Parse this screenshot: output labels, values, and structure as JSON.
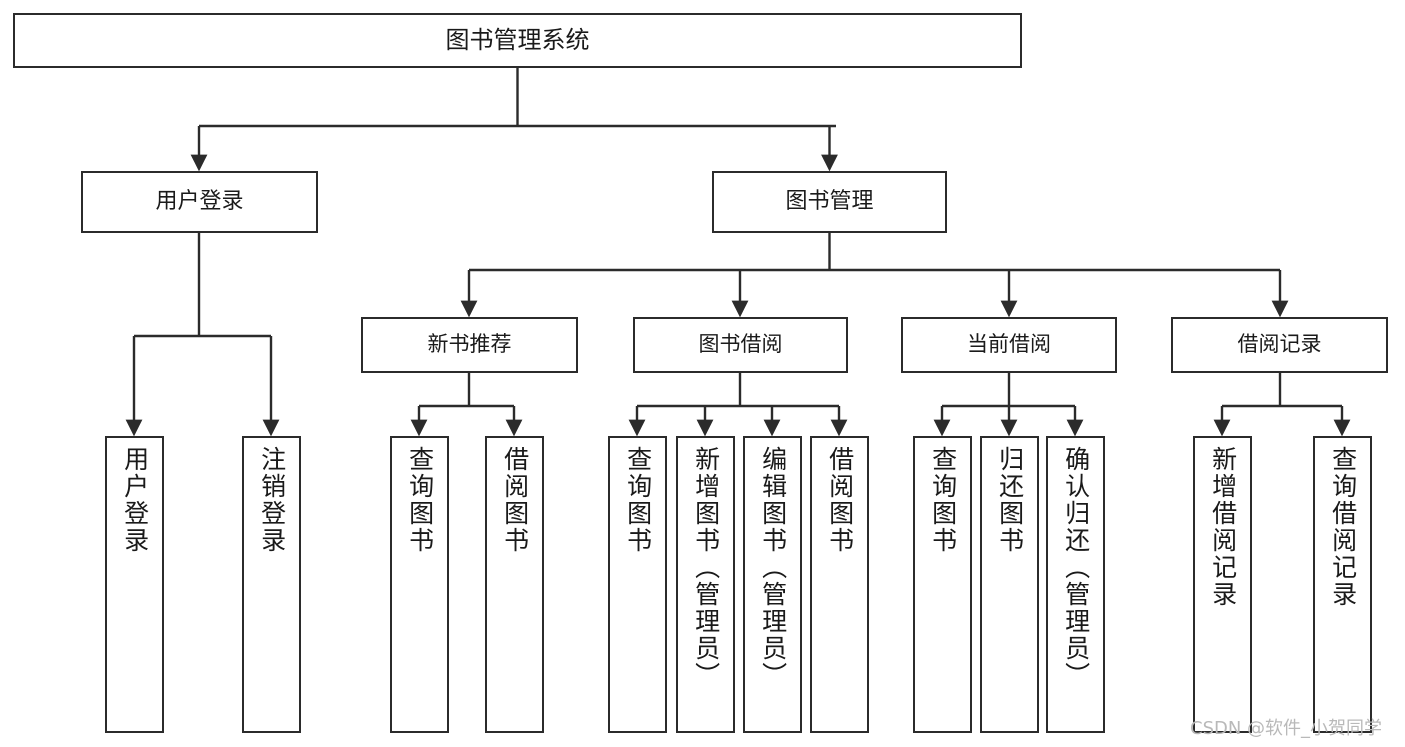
{
  "diagram": {
    "title": "图书管理系统",
    "type": "tree-hierarchy-diagram",
    "colors": {
      "background": "#ffffff",
      "box_border": "#2b2b2b",
      "box_fill": "#ffffff",
      "connector": "#2b2b2b",
      "watermark": "#b9b9b9"
    },
    "root": {
      "label": "图书管理系统"
    },
    "level2": [
      {
        "label": "用户登录"
      },
      {
        "label": "图书管理"
      }
    ],
    "level3": [
      {
        "label": "新书推荐"
      },
      {
        "label": "图书借阅"
      },
      {
        "label": "当前借阅"
      },
      {
        "label": "借阅记录"
      }
    ],
    "leaves": {
      "user_login": [
        {
          "label": "用户登录"
        },
        {
          "label": "注销登录"
        }
      ],
      "new_book_recommend": [
        {
          "label": "查询图书"
        },
        {
          "label": "借阅图书"
        }
      ],
      "book_borrow": [
        {
          "label": "查询图书"
        },
        {
          "label": "新增图书（管理员）"
        },
        {
          "label": "编辑图书（管理员）"
        },
        {
          "label": "借阅图书"
        }
      ],
      "current_borrow": [
        {
          "label": "查询图书"
        },
        {
          "label": "归还图书"
        },
        {
          "label": "确认归还（管理员）"
        }
      ],
      "borrow_record": [
        {
          "label": "新增借阅记录"
        },
        {
          "label": "查询借阅记录"
        }
      ]
    },
    "watermark": "CSDN @软件_小贺同学"
  }
}
